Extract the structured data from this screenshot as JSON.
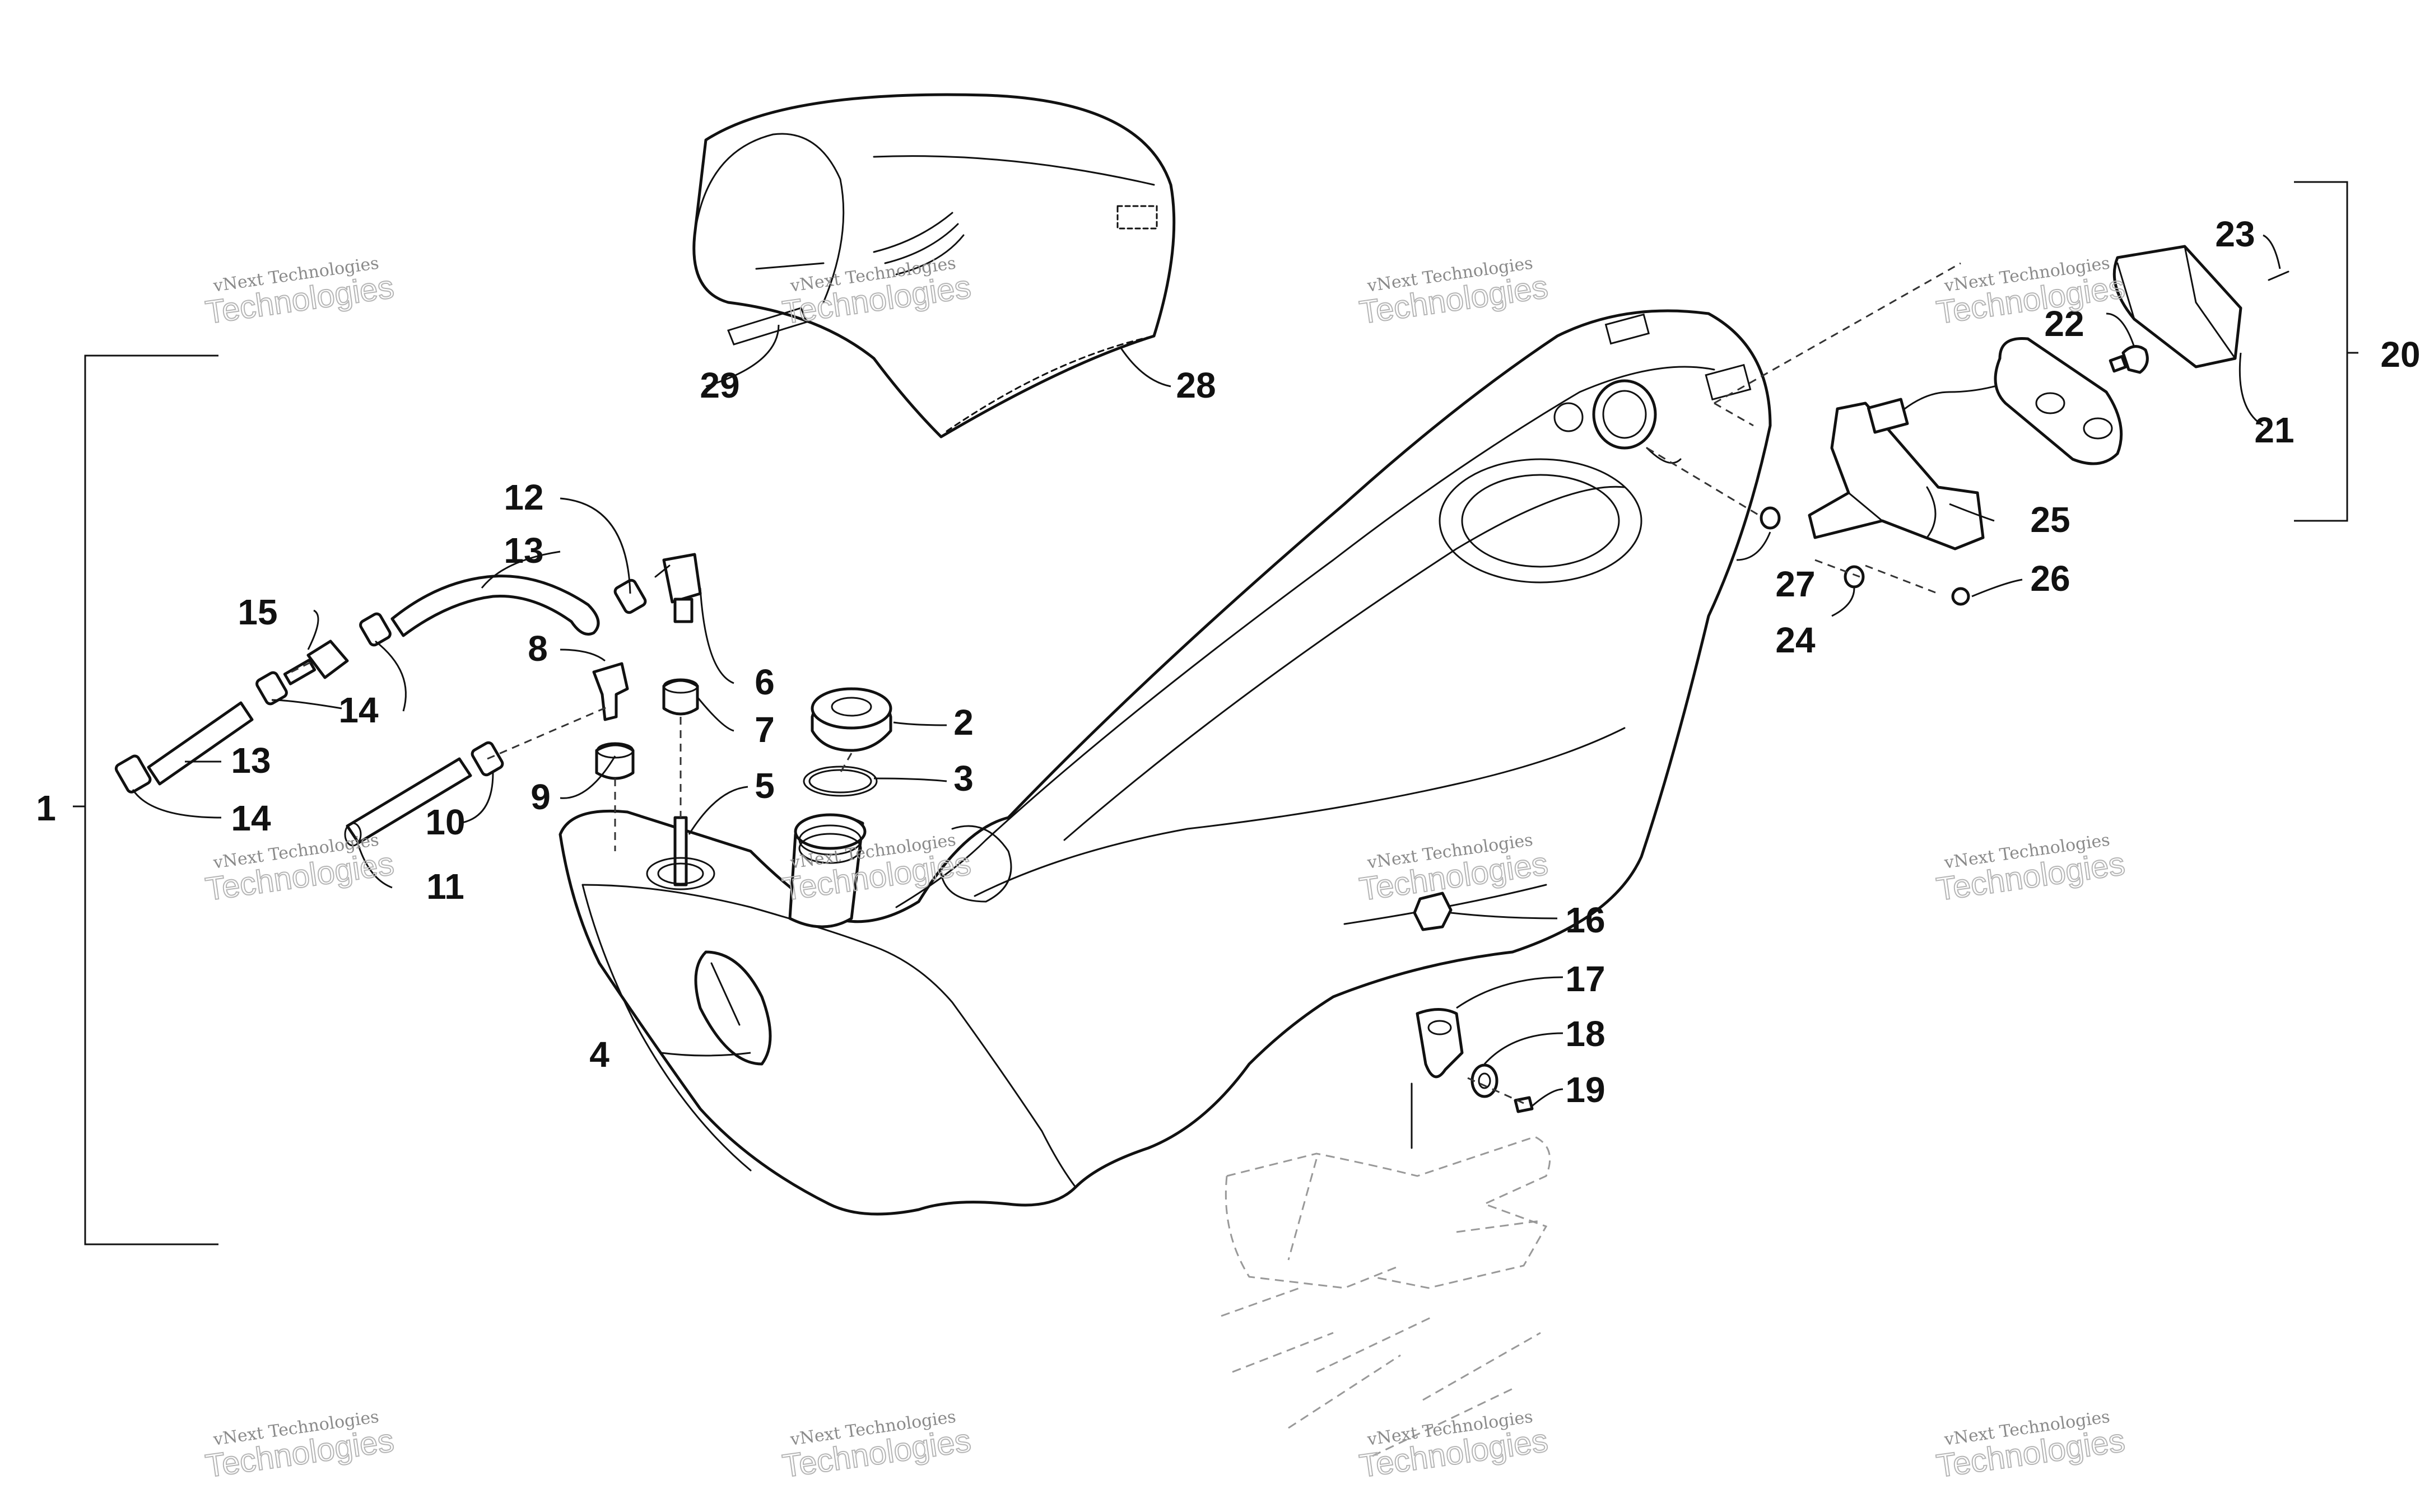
{
  "callouts": [
    "1",
    "2",
    "3",
    "4",
    "5",
    "6",
    "7",
    "8",
    "9",
    "10",
    "11",
    "12",
    "13",
    "13",
    "14",
    "14",
    "15",
    "16",
    "17",
    "18",
    "19",
    "20",
    "21",
    "22",
    "23",
    "24",
    "25",
    "26",
    "27",
    "28",
    "29"
  ],
  "watermark": {
    "line1": "vNext Technologies",
    "line2": "Technologies"
  }
}
